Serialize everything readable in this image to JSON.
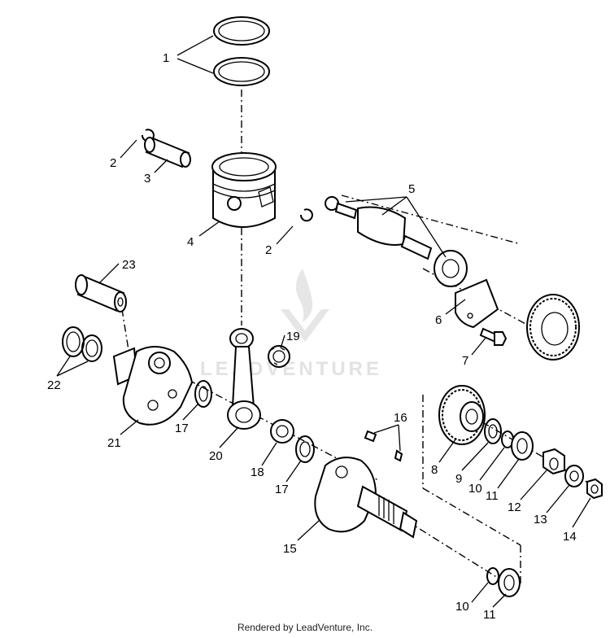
{
  "watermark": {
    "text": "LEADVENTURE"
  },
  "callouts": {
    "c1": "1",
    "c2a": "2",
    "c2b": "2",
    "c3": "3",
    "c4": "4",
    "c5": "5",
    "c6": "6",
    "c7": "7",
    "c8": "8",
    "c9": "9",
    "c10a": "10",
    "c10b": "10",
    "c11a": "11",
    "c11b": "11",
    "c12": "12",
    "c13": "13",
    "c14": "14",
    "c15": "15",
    "c16": "16",
    "c17a": "17",
    "c17b": "17",
    "c18": "18",
    "c19": "19",
    "c20": "20",
    "c21": "21",
    "c22": "22",
    "c23": "23"
  },
  "footer": {
    "text": "Rendered by LeadVenture, Inc."
  }
}
